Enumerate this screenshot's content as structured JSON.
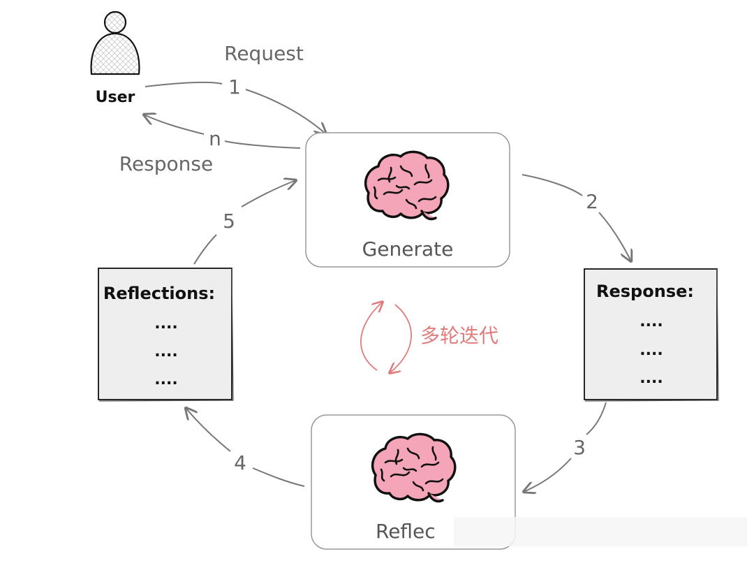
{
  "user": {
    "label": "User"
  },
  "edges": {
    "request": {
      "label": "Request",
      "step": "1"
    },
    "response_out": {
      "label": "Response",
      "step": "n"
    },
    "to_response": {
      "step": "2"
    },
    "to_reflect": {
      "step": "3"
    },
    "to_reflections": {
      "step": "4"
    },
    "to_generate": {
      "step": "5"
    }
  },
  "nodes": {
    "generate": {
      "label": "Generate",
      "icon": "brain-icon"
    },
    "reflect": {
      "label": "Reflec",
      "icon": "brain-icon"
    }
  },
  "notes": {
    "response": {
      "title": "Response:",
      "lines": [
        "....",
        "....",
        "...."
      ]
    },
    "reflections": {
      "title": "Reflections:",
      "lines": [
        "....",
        "....",
        "...."
      ]
    }
  },
  "loop": {
    "label": "多轮迭代",
    "color": "#e07b7b"
  },
  "colors": {
    "arrow": "#777777",
    "brain": "#f4a6b8",
    "note_fill": "#eeeeee"
  }
}
